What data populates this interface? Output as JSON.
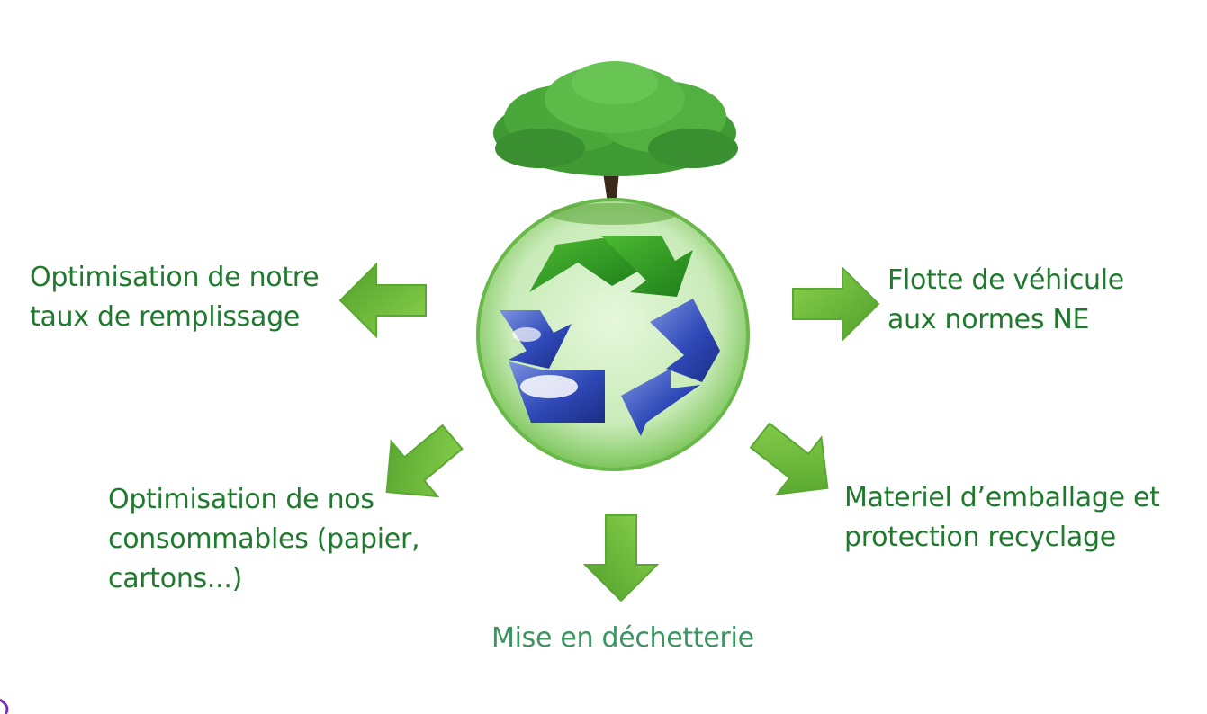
{
  "labels": {
    "left_top": [
      "Optimisation de notre",
      "taux de remplissage"
    ],
    "right_top": [
      "Flotte de véhicule",
      "aux normes NE"
    ],
    "left_bottom": [
      "Optimisation de nos",
      "consommables (papier,",
      "cartons...)"
    ],
    "right_bottom": [
      "Materiel d’emballage et",
      "protection recyclage"
    ],
    "bottom": [
      "Mise en déchetterie"
    ]
  },
  "icons": {
    "center": "recycle-globe-icon",
    "tree": "tree-icon",
    "arrows": "arrow-icon"
  },
  "colors": {
    "text_green": "#1f7a2e",
    "text_bottom": "#3a9560",
    "arrow_green": "#6fbf3a",
    "globe_light": "#cfeec2",
    "globe_edge": "#7cc55a",
    "leaf_green": "#37a02a",
    "sky_blue": "#2f49b8"
  }
}
